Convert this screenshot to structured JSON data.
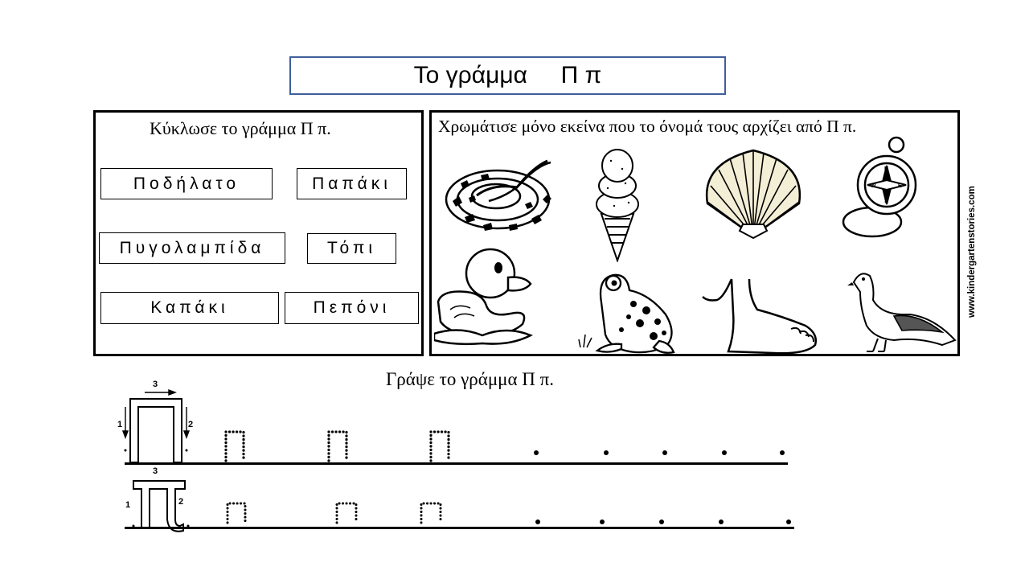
{
  "title": "Το γράμμα     Π π",
  "circle_task": {
    "instruction": "Κύκλωσε το γράμμα Π π.",
    "words": [
      "Ποδήλατο",
      "Παπάκι",
      "Πυγολαμπίδα",
      "Τόπι",
      "Καπάκι",
      "Πεπόνι"
    ]
  },
  "color_task": {
    "instruction": "Χρωμάτισε μόνο εκείνα που το όνομά τους αρχίζει από Π π.",
    "pictures": [
      "snake",
      "ice-cream",
      "seashell",
      "compass",
      "duckling",
      "frog",
      "foot",
      "pigeon"
    ]
  },
  "watermark": "www.kindergartenstories.com",
  "write_task": {
    "instruction": "Γράψε το γράμμα Π π.",
    "uppercase_row": {
      "model_letter": "Π",
      "stroke_numbers": [
        "1",
        "2",
        "3"
      ],
      "practice_letters": [
        "Π",
        "Π",
        "Π"
      ]
    },
    "lowercase_row": {
      "model_letter": "π",
      "stroke_numbers": [
        "1",
        "2",
        "3"
      ],
      "practice_letters": [
        "π",
        "π",
        "π"
      ]
    }
  },
  "colors": {
    "title_border": "#3f5f9a",
    "shell_fill": "#f3eed6"
  }
}
